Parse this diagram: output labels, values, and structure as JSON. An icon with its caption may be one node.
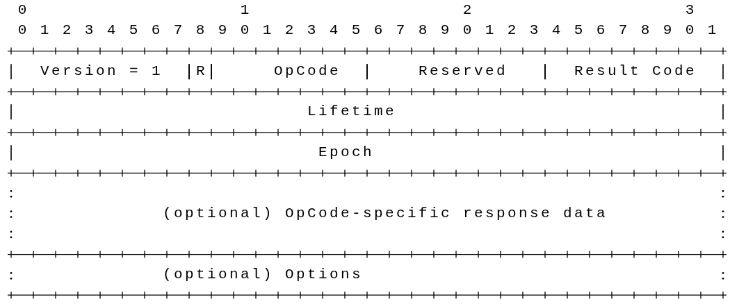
{
  "diagram": {
    "nodes": [
      {
        "text": [
          "Version = 1"
        ]
      },
      {
        "text": [
          "R"
        ]
      },
      {
        "text": [
          "OpCode"
        ]
      },
      {
        "text": [
          "Reserved"
        ]
      },
      {
        "text": [
          "Result Code"
        ]
      },
      {
        "text": [
          "Lifetime"
        ]
      },
      {
        "text": [
          "Epoch"
        ]
      },
      {
        "text": [
          "(optional) OpCode-specific response data"
        ]
      },
      {
        "text": [
          "(optional) Options"
        ]
      }
    ],
    "labels": [
      "0",
      "1",
      "2",
      "3",
      "0",
      "1",
      "2",
      "3",
      "4",
      "5",
      "6",
      "7",
      "8",
      "9",
      "0",
      "1",
      "2",
      "3",
      "4",
      "5",
      "6",
      "7",
      "8",
      "9",
      "0",
      "1",
      "2",
      "3",
      "4",
      "5",
      "6",
      "7",
      "8",
      "9",
      "0",
      "1"
    ]
  }
}
